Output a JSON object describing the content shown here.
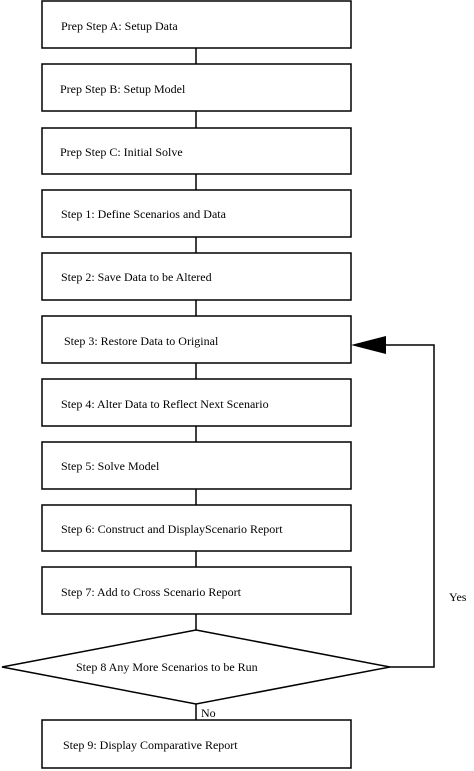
{
  "flowchart": {
    "steps": [
      {
        "id": "prep-a",
        "label": "Prep Step A: Setup Data"
      },
      {
        "id": "prep-b",
        "label": "Prep Step B: Setup Model"
      },
      {
        "id": "prep-c",
        "label": "Prep Step C: Initial Solve"
      },
      {
        "id": "step-1",
        "label": "Step 1: Define Scenarios and Data"
      },
      {
        "id": "step-2",
        "label": "Step 2: Save Data to be Altered"
      },
      {
        "id": "step-3",
        "label": "Step 3: Restore Data to Original"
      },
      {
        "id": "step-4",
        "label": "Step 4: Alter Data to Reflect Next Scenario"
      },
      {
        "id": "step-5",
        "label": "Step 5: Solve Model"
      },
      {
        "id": "step-6",
        "label": "Step 6: Construct and DisplayScenario Report"
      },
      {
        "id": "step-7",
        "label": "Step 7: Add to Cross Scenario Report"
      }
    ],
    "decision": {
      "label": "Step 8 Any More Scenarios to be Run"
    },
    "final_step": {
      "label": "Step 9: Display Comparative Report"
    },
    "yes_label": "Yes",
    "no_label": "No"
  }
}
